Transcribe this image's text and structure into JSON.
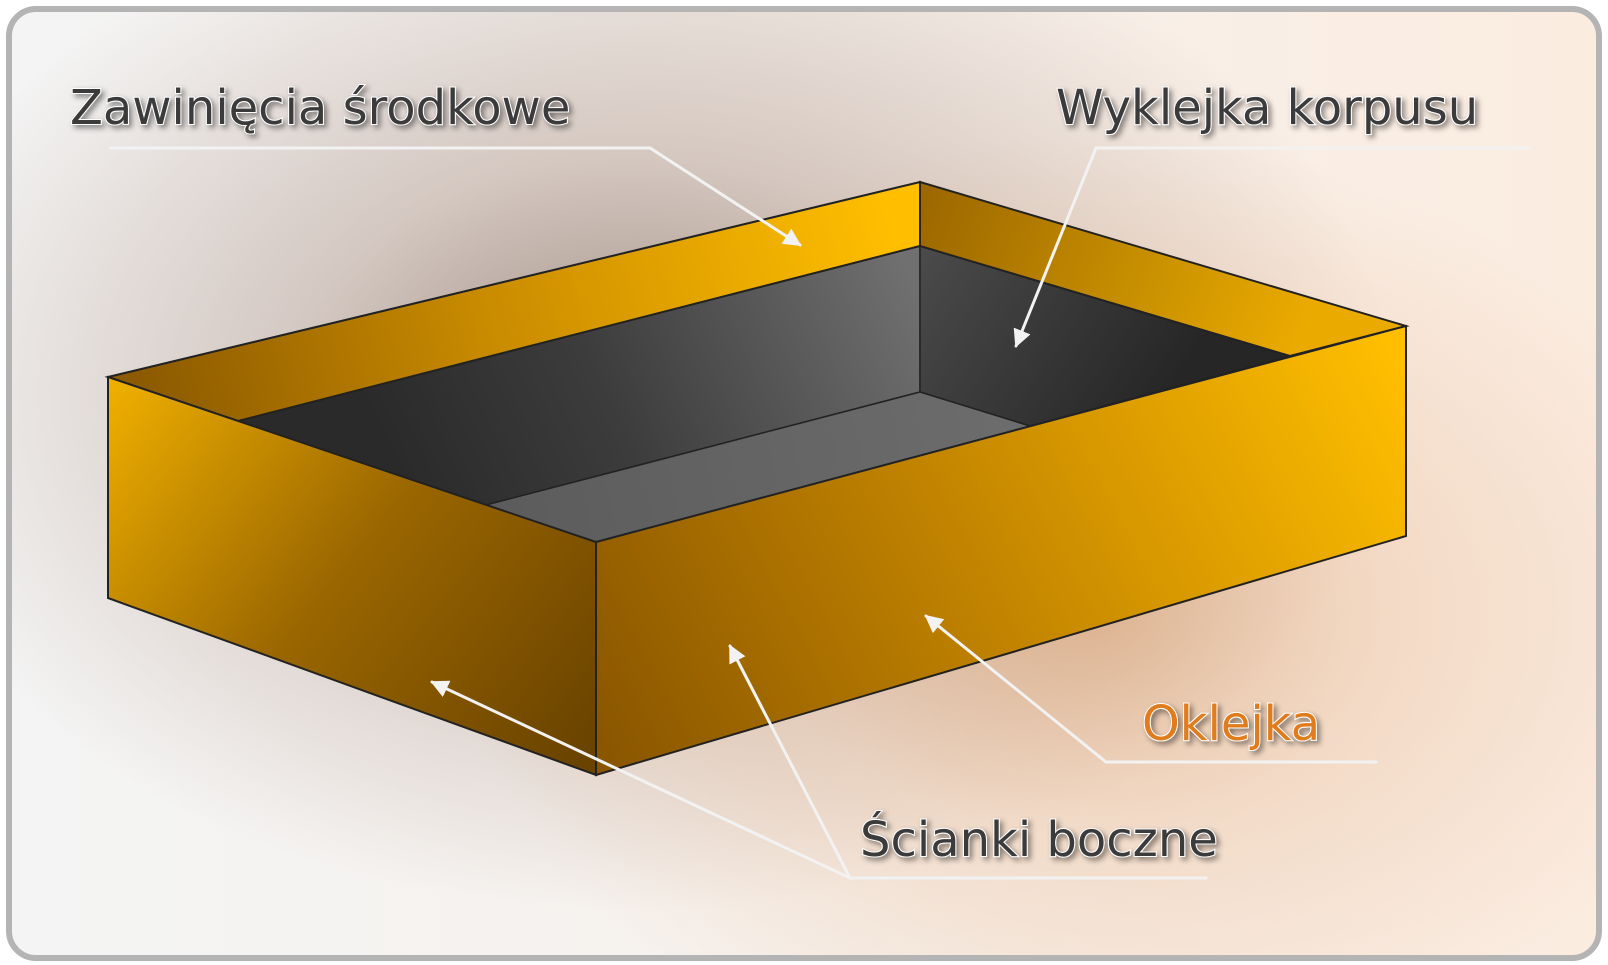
{
  "labels": {
    "center_wraps": "Zawinięcia środkowe",
    "body_lining": "Wyklejka korpusu",
    "covering": "Oklejka",
    "side_walls": "Ścianki boczne"
  },
  "colors": {
    "gold_light": "#ffbe00",
    "gold_dark": "#7a4f00",
    "interior_dark": "#2c2c2c",
    "interior_light": "#6e6e6e",
    "accent_label": "#e07b1f",
    "frame_border": "#b4b4b4",
    "callout_line": "#f2f2f2"
  }
}
